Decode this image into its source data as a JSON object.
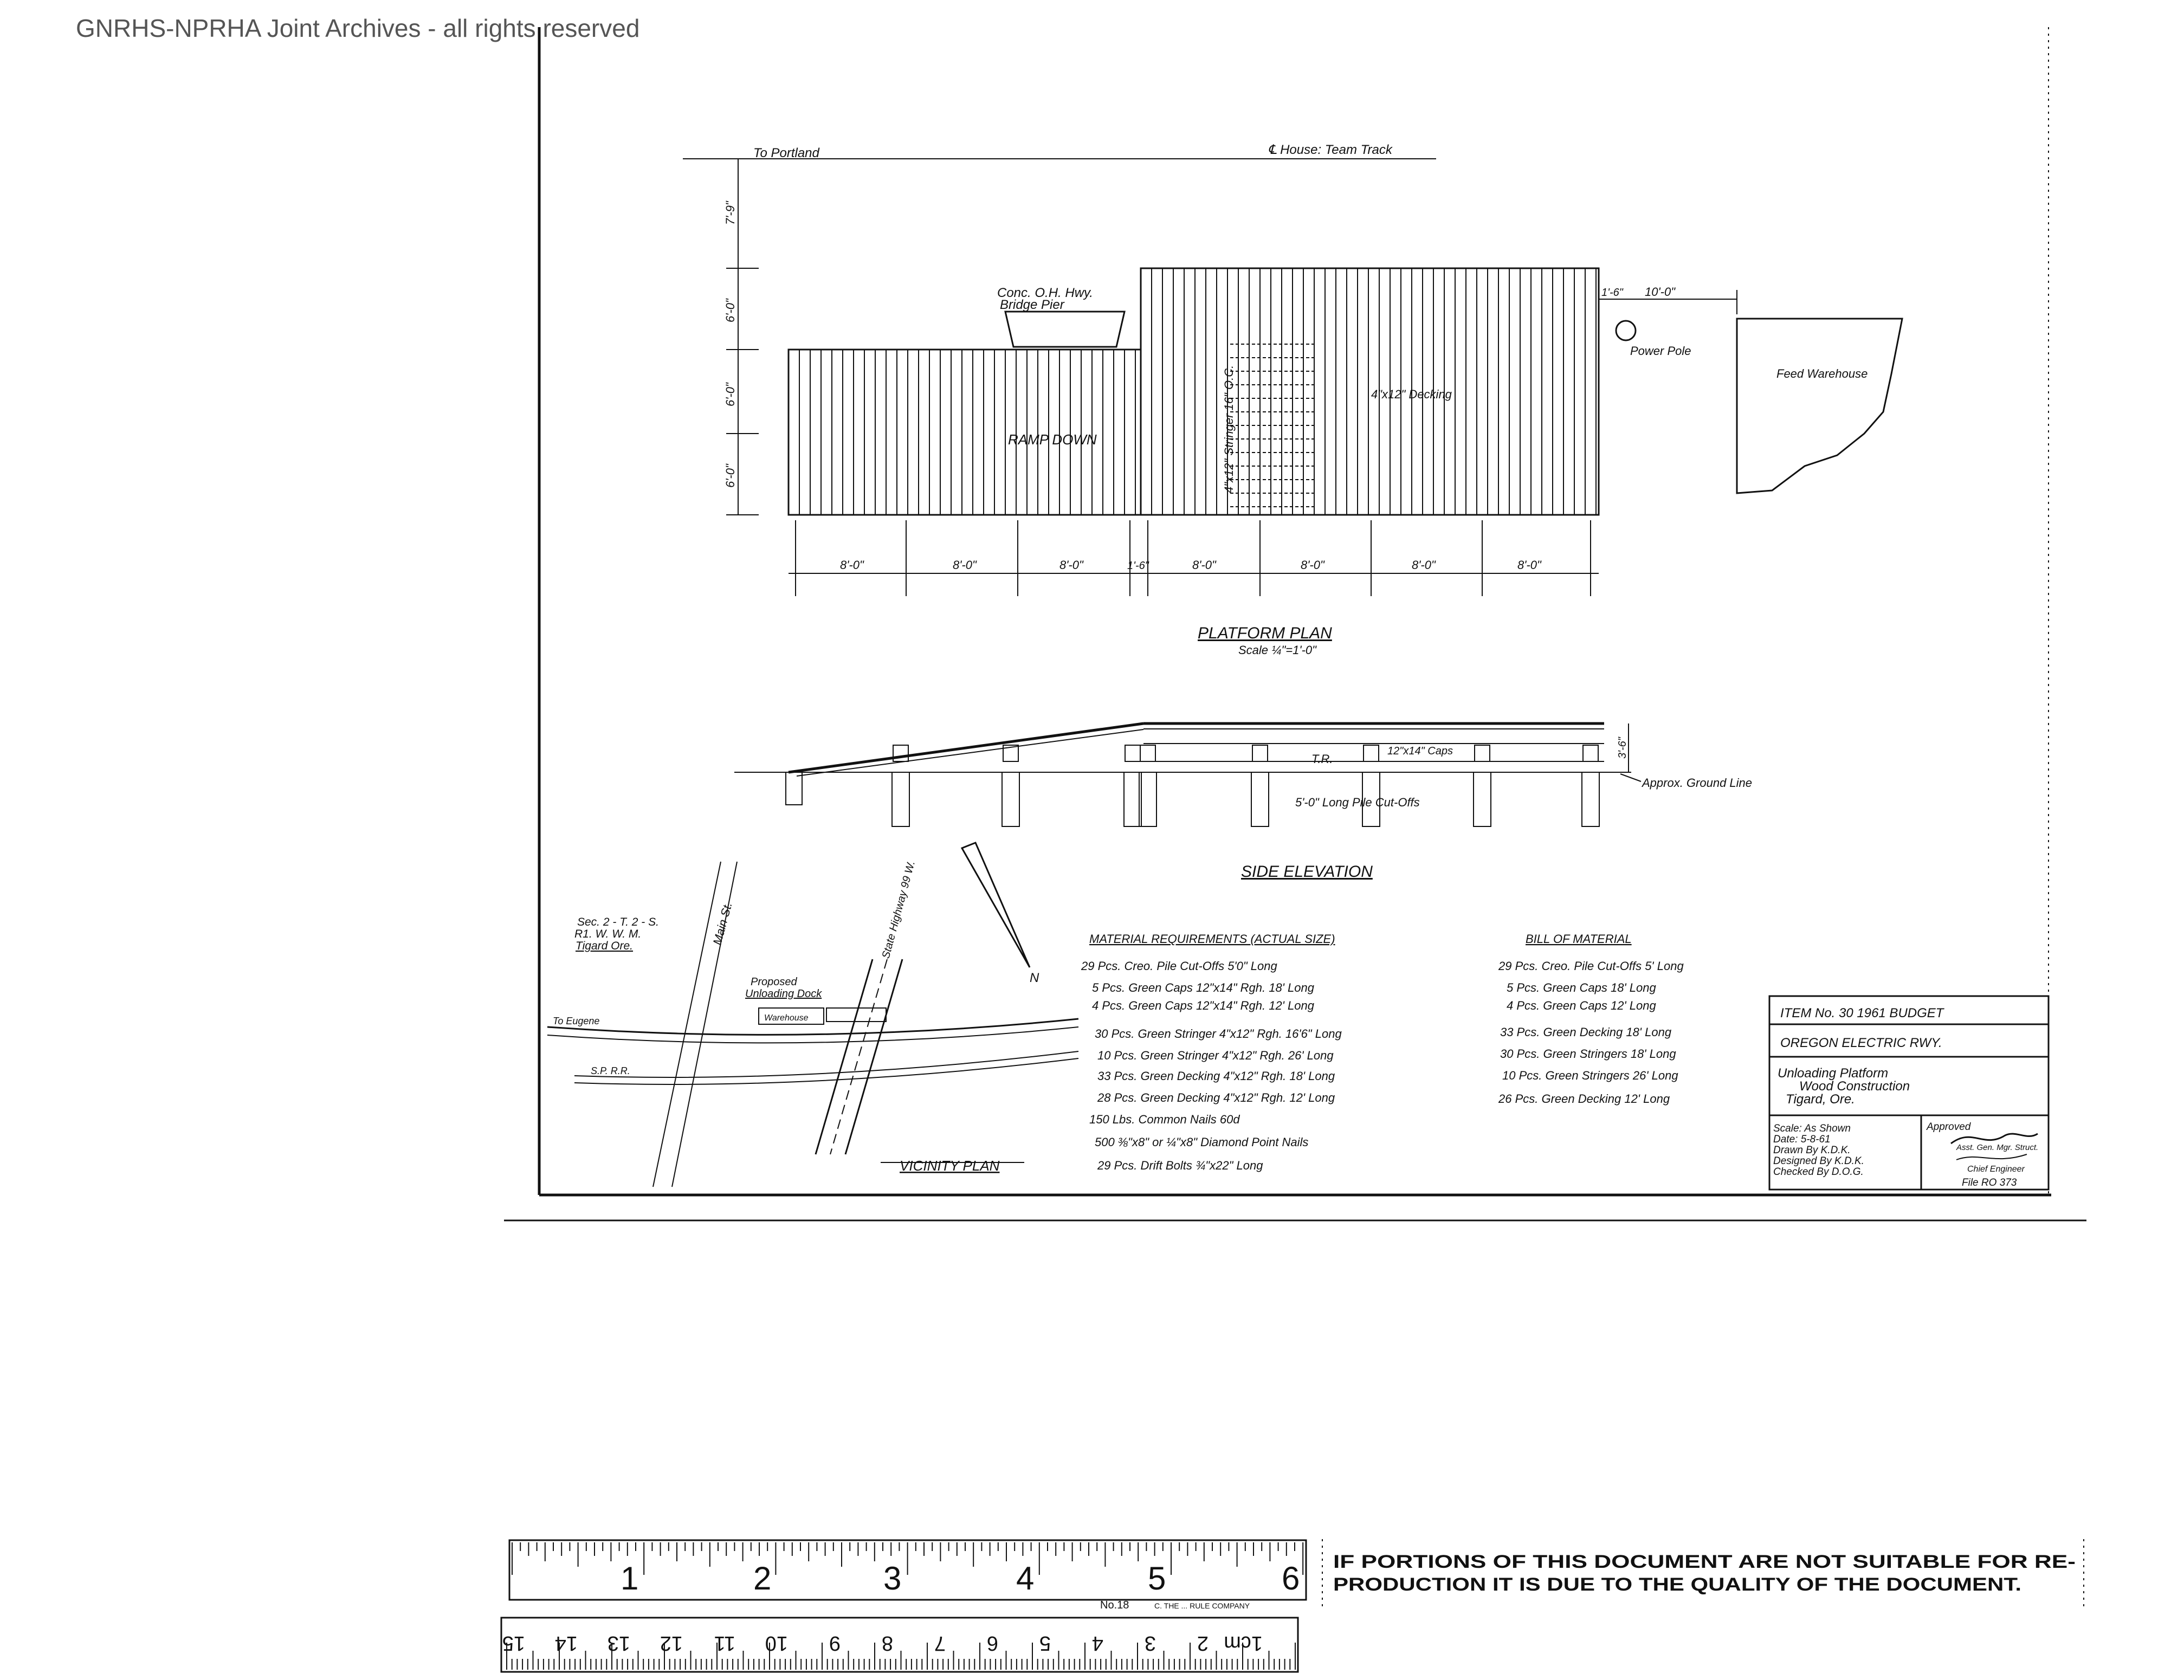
{
  "watermark": "GNRHS-NPRHA Joint Archives - all rights reserved",
  "colors": {
    "ink": "#111111",
    "paper": "#ffffff"
  },
  "platform_plan": {
    "title": "PLATFORM PLAN",
    "scale": "Scale ¼\"=1'-0\"",
    "to_portland": "To Portland",
    "house_track": "℄ House: Team Track",
    "pier_label_1": "Conc. O.H. Hwy.",
    "pier_label_2": "Bridge Pier",
    "stringer_label": "4\"x12\" Stringer 16\" O.C.",
    "decking_label": "4\"x12\" Decking",
    "ramp_label": "RAMP DOWN",
    "power_pole": "Power Pole",
    "feed_warehouse": "Feed Warehouse",
    "dim_left": [
      "7'-9\"",
      "6'-0\"",
      "6'-0\"",
      "6'-0\""
    ],
    "dim_bottom": [
      "8'-0\"",
      "8'-0\"",
      "8'-0\"",
      "1'-6\"",
      "8'-0\"",
      "8'-0\"",
      "8'-0\"",
      "8'-0\""
    ],
    "dim_right_gap": "1'-6\"",
    "dim_right": "10'-0\""
  },
  "side_elevation": {
    "title": "SIDE ELEVATION",
    "tr_label": "T.R.",
    "caps_label": "12\"x14\" Caps",
    "cutoff_label": "5'-0\" Long Pile Cut-Offs",
    "ground_label": "Approx. Ground Line",
    "height_label": "3'-6\""
  },
  "vicinity_plan": {
    "title": "VICINITY PLAN",
    "sec_1": "Sec. 2 - T. 2 - S.",
    "sec_2": "R1. W. W. M.",
    "sec_3": "Tigard Ore.",
    "main_st": "Main St.",
    "highway": "State Highway 99 W.",
    "proposed_1": "Proposed",
    "proposed_2": "Unloading Dock",
    "warehouse": "Warehouse",
    "to_eugene": "To Eugene",
    "sp_rr": "S.P. R.R.",
    "north": "N"
  },
  "material_requirements": {
    "title": "MATERIAL REQUIREMENTS (ACTUAL SIZE)",
    "rows": [
      "29 Pcs. Creo. Pile Cut-Offs  5'0\" Long",
      "5 Pcs. Green Caps  12\"x14\" Rgh. 18' Long",
      "4 Pcs. Green Caps  12\"x14\" Rgh. 12' Long",
      "30 Pcs. Green Stringer 4\"x12\" Rgh. 16'6\" Long",
      "10 Pcs. Green Stringer 4\"x12\" Rgh. 26' Long",
      "33 Pcs. Green Decking 4\"x12\" Rgh. 18' Long",
      "28 Pcs. Green Decking 4\"x12\" Rgh. 12' Long",
      "150 Lbs. Common Nails 60d",
      "500  ⅜\"x8\" or ¼\"x8\"  Diamond Point Nails",
      "29 Pcs. Drift Bolts ¾\"x22\" Long"
    ]
  },
  "bill_of_material": {
    "title": "BILL OF MATERIAL",
    "rows": [
      "29 Pcs. Creo. Pile Cut-Offs  5' Long",
      "5 Pcs. Green Caps  18' Long",
      "4 Pcs. Green Caps  12' Long",
      "33 Pcs. Green Decking 18' Long",
      "30 Pcs. Green Stringers 18' Long",
      "10 Pcs. Green Stringers 26' Long",
      "26 Pcs. Green Decking 12' Long"
    ]
  },
  "title_block": {
    "item": "ITEM No. 30  1961 BUDGET",
    "railway": "OREGON ELECTRIC RWY.",
    "desc_1": "Unloading Platform",
    "desc_2": "Wood Construction",
    "desc_3": "Tigard, Ore.",
    "scale": "Scale: As Shown",
    "date": "Date: 5-8-61",
    "drawn": "Drawn By K.D.K.",
    "designed": "Designed By K.D.K.",
    "checked": "Checked By D.O.G.",
    "approved": "Approved",
    "approver_1": "Asst. Gen. Mgr. Struct.",
    "approver_2": "Chief Engineer",
    "file": "File  RO 373"
  },
  "ruler": {
    "inch_labels": [
      "1",
      "2",
      "3",
      "4",
      "5",
      "6"
    ],
    "cm_labels": [
      "1cm",
      "2",
      "3",
      "4",
      "5",
      "6",
      "7",
      "8",
      "9",
      "10",
      "11",
      "12",
      "13",
      "14",
      "15"
    ],
    "maker": "No.18",
    "maker_brand": "C. THE ... RULE COMPANY"
  },
  "notice": {
    "line_1": "IF PORTIONS OF THIS DOCUMENT ARE NOT SUITABLE FOR RE-",
    "line_2": "PRODUCTION IT IS DUE TO THE QUALITY OF THE DOCUMENT."
  }
}
